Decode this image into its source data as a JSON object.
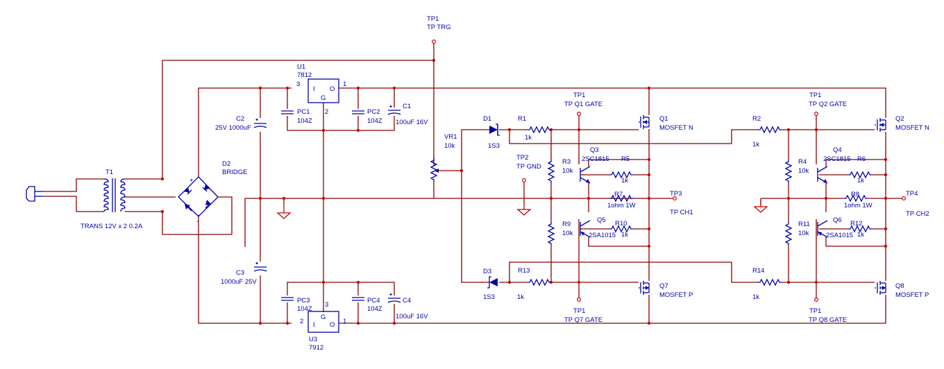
{
  "colors": {
    "wire": "#8b0000",
    "part": "#0000a8",
    "junction": "#cc0000",
    "text": "#0000a8"
  },
  "labels": {
    "tp_trg_ref": "TP1",
    "tp_trg_name": "TP TRG",
    "u1_ref": "U1",
    "u1_val": "7812",
    "u1_pin3": "3",
    "u1_pin1": "1",
    "u1_pin2": "2",
    "u1_i": "I",
    "u1_o": "O",
    "u1_g": "G",
    "u3_ref": "U3",
    "u3_val": "7912",
    "u3_pin3": "3",
    "u3_pin1": "1",
    "u3_pin2": "2",
    "u3_i": "I",
    "u3_o": "O",
    "u3_g": "G",
    "pc1_ref": "PC1",
    "pc1_val": "104Z",
    "pc2_ref": "PC2",
    "pc2_val": "104Z",
    "pc3_ref": "PC3",
    "pc3_val": "104Z",
    "pc4_ref": "PC4",
    "pc4_val": "104Z",
    "c1_ref": "C1",
    "c1_val": "100uF 16V",
    "c2_ref": "C2",
    "c2_val": "25V 1000uF",
    "c3_ref": "C3",
    "c3_val": "1000uF 25V",
    "c4_ref": "C4",
    "c4_val": "100uF 16V",
    "d2_ref": "D2",
    "d2_val": "BRIDGE",
    "t1_ref": "T1",
    "t1_val": "TRANS 12V x 2 0.2A",
    "vr1_ref": "VR1",
    "vr1_val": "10k",
    "d1_ref": "D1",
    "d1_val": "1S3",
    "d3_ref": "D3",
    "d3_val": "1S3",
    "r1_ref": "R1",
    "r1_val": "1k",
    "r13_ref": "R13",
    "r13_val": "1k",
    "tp_gnd_ref": "TP2",
    "tp_gnd_name": "TP GND",
    "r3_ref": "R3",
    "r3_val": "10k",
    "r9_ref": "R9",
    "r9_val": "10k",
    "tp_q1_ref": "TP1",
    "tp_q1_name": "TP Q1 GATE",
    "tp_q7_ref": "TP1",
    "tp_q7_name": "TP Q7 GATE",
    "q3_ref": "Q3",
    "q3_val": "2SC1815",
    "q5_ref": "Q5",
    "q5_val": "2SA1015",
    "r5_ref": "R5",
    "r5_val": "1k",
    "r7_ref": "R7",
    "r7_val": "1ohm 1W",
    "r10_ref": "R10",
    "r10_val": "1k",
    "q1_ref": "Q1",
    "q1_val": "MOSFET N",
    "q7_ref": "Q7",
    "q7_val": "MOSFET P",
    "tp3_ref": "TP3",
    "tp3_name": "TP CH1",
    "r2_ref": "R2",
    "r2_val": "1k",
    "r14_ref": "R14",
    "r14_val": "1k",
    "tp_q2_ref": "TP1",
    "tp_q2_name": "TP Q2 GATE",
    "tp_q8_ref": "TP1",
    "tp_q8_name": "TP Q8 GATE",
    "r4_ref": "R4",
    "r4_val": "10k",
    "r11_ref": "R11",
    "r11_val": "10k",
    "q4_ref": "Q4",
    "q4_val": "2SC1815",
    "q6_ref": "Q6",
    "q6_val": "2SA1015",
    "r6_ref": "R6",
    "r6_val": "1k",
    "r8_ref": "R8",
    "r8_val": "1ohm 1W",
    "r12_ref": "R12",
    "r12_val": "1k",
    "q2_ref": "Q2",
    "q2_val": "MOSFET N",
    "q8_ref": "Q8",
    "q8_val": "MOSFET P",
    "tp4_ref": "TP4",
    "tp4_name": "TP CH2",
    "bridge_plus": "+",
    "bridge_minus": "-",
    "plus": "+"
  }
}
